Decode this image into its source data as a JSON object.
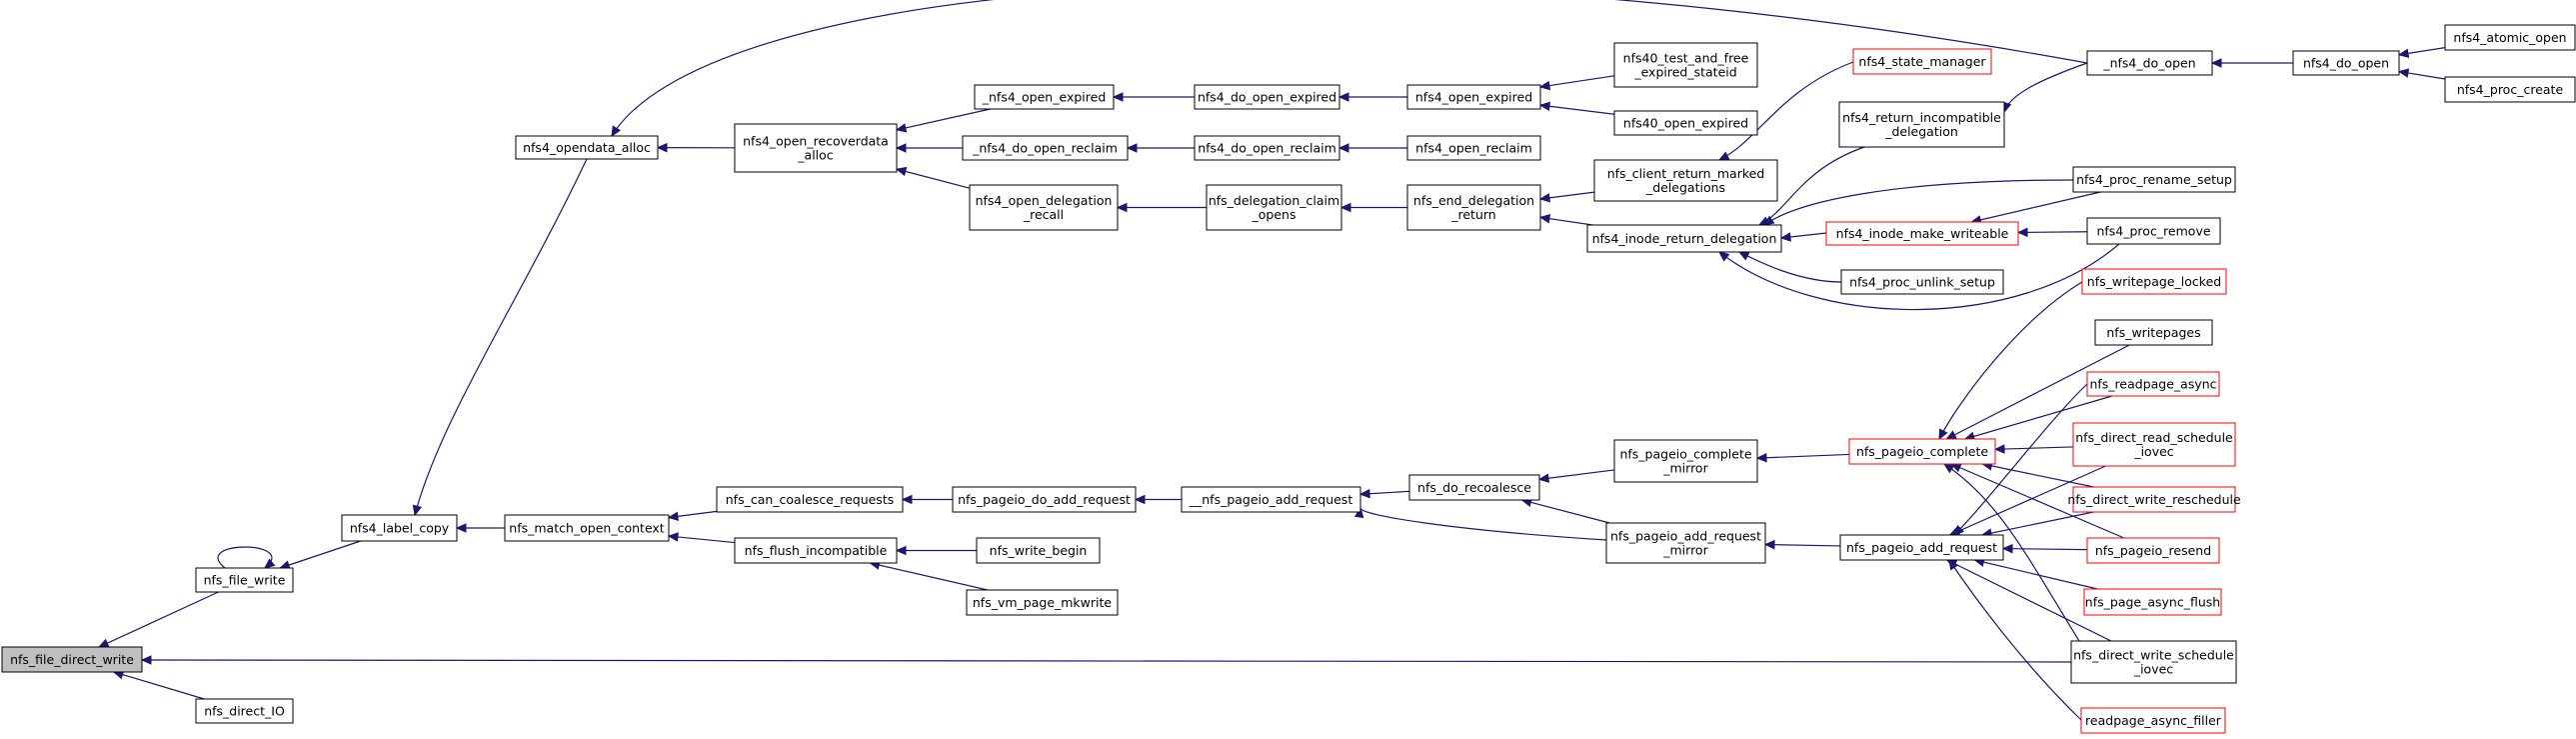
{
  "graph": {
    "colors": {
      "edge": "#191970",
      "border_normal": "#000000",
      "border_truncated": "#ff0000",
      "fill_normal": "#ffffff",
      "fill_selected": "#bfbfbf",
      "text": "#000000"
    },
    "nodes": [
      {
        "id": "nfs_file_direct_write",
        "lines": [
          "nfs_file_direct_write"
        ],
        "style": "selected"
      },
      {
        "id": "nfs_file_write",
        "lines": [
          "nfs_file_write"
        ],
        "style": "normal"
      },
      {
        "id": "nfs_direct_IO",
        "lines": [
          "nfs_direct_IO"
        ],
        "style": "normal"
      },
      {
        "id": "nfs4_label_copy",
        "lines": [
          "nfs4_label_copy"
        ],
        "style": "normal"
      },
      {
        "id": "nfs4_opendata_alloc",
        "lines": [
          "nfs4_opendata_alloc"
        ],
        "style": "normal"
      },
      {
        "id": "nfs_match_open_context",
        "lines": [
          "nfs_match_open_context"
        ],
        "style": "normal"
      },
      {
        "id": "nfs4_open_recoverdata_alloc",
        "lines": [
          "nfs4_open_recoverdata",
          "_alloc"
        ],
        "style": "normal"
      },
      {
        "id": "nfs_can_coalesce_requests",
        "lines": [
          "nfs_can_coalesce_requests"
        ],
        "style": "normal"
      },
      {
        "id": "nfs_flush_incompatible",
        "lines": [
          "nfs_flush_incompatible"
        ],
        "style": "normal"
      },
      {
        "id": "_nfs4_open_expired",
        "lines": [
          "_nfs4_open_expired"
        ],
        "style": "normal"
      },
      {
        "id": "_nfs4_do_open_reclaim",
        "lines": [
          "_nfs4_do_open_reclaim"
        ],
        "style": "normal"
      },
      {
        "id": "nfs4_open_delegation_recall",
        "lines": [
          "nfs4_open_delegation",
          "_recall"
        ],
        "style": "normal"
      },
      {
        "id": "nfs_pageio_do_add_request",
        "lines": [
          "nfs_pageio_do_add_request"
        ],
        "style": "normal"
      },
      {
        "id": "nfs_write_begin",
        "lines": [
          "nfs_write_begin"
        ],
        "style": "normal"
      },
      {
        "id": "nfs_vm_page_mkwrite",
        "lines": [
          "nfs_vm_page_mkwrite"
        ],
        "style": "normal"
      },
      {
        "id": "nfs4_do_open_expired",
        "lines": [
          "nfs4_do_open_expired"
        ],
        "style": "normal"
      },
      {
        "id": "nfs4_do_open_reclaim",
        "lines": [
          "nfs4_do_open_reclaim"
        ],
        "style": "normal"
      },
      {
        "id": "nfs_delegation_claim_opens",
        "lines": [
          "nfs_delegation_claim",
          "_opens"
        ],
        "style": "normal"
      },
      {
        "id": "__nfs_pageio_add_request",
        "lines": [
          "__nfs_pageio_add_request"
        ],
        "style": "normal"
      },
      {
        "id": "nfs4_open_expired",
        "lines": [
          "nfs4_open_expired"
        ],
        "style": "normal"
      },
      {
        "id": "nfs4_open_reclaim",
        "lines": [
          "nfs4_open_reclaim"
        ],
        "style": "normal"
      },
      {
        "id": "nfs_end_delegation_return",
        "lines": [
          "nfs_end_delegation",
          "_return"
        ],
        "style": "normal"
      },
      {
        "id": "nfs_do_recoalesce",
        "lines": [
          "nfs_do_recoalesce"
        ],
        "style": "normal"
      },
      {
        "id": "nfs40_test_and_free_expired_stateid",
        "lines": [
          "nfs40_test_and_free",
          "_expired_stateid"
        ],
        "style": "normal"
      },
      {
        "id": "nfs40_open_expired",
        "lines": [
          "nfs40_open_expired"
        ],
        "style": "normal"
      },
      {
        "id": "nfs_client_return_marked_delegations",
        "lines": [
          "nfs_client_return_marked",
          "_delegations"
        ],
        "style": "normal"
      },
      {
        "id": "nfs4_inode_return_delegation",
        "lines": [
          "nfs4_inode_return_delegation"
        ],
        "style": "normal"
      },
      {
        "id": "nfs_pageio_complete_mirror",
        "lines": [
          "nfs_pageio_complete",
          "_mirror"
        ],
        "style": "normal"
      },
      {
        "id": "nfs_pageio_add_request_mirror",
        "lines": [
          "nfs_pageio_add_request",
          "_mirror"
        ],
        "style": "normal"
      },
      {
        "id": "nfs4_state_manager",
        "lines": [
          "nfs4_state_manager"
        ],
        "style": "truncated"
      },
      {
        "id": "nfs4_return_incompatible_delegation",
        "lines": [
          "nfs4_return_incompatible",
          "_delegation"
        ],
        "style": "normal"
      },
      {
        "id": "nfs4_inode_make_writeable",
        "lines": [
          "nfs4_inode_make_writeable"
        ],
        "style": "truncated"
      },
      {
        "id": "nfs4_proc_unlink_setup",
        "lines": [
          "nfs4_proc_unlink_setup"
        ],
        "style": "normal"
      },
      {
        "id": "nfs_pageio_complete",
        "lines": [
          "nfs_pageio_complete"
        ],
        "style": "truncated"
      },
      {
        "id": "nfs_pageio_add_request",
        "lines": [
          "nfs_pageio_add_request"
        ],
        "style": "normal"
      },
      {
        "id": "_nfs4_do_open",
        "lines": [
          "_nfs4_do_open"
        ],
        "style": "normal"
      },
      {
        "id": "nfs4_proc_rename_setup",
        "lines": [
          "nfs4_proc_rename_setup"
        ],
        "style": "normal"
      },
      {
        "id": "nfs4_proc_remove",
        "lines": [
          "nfs4_proc_remove"
        ],
        "style": "normal"
      },
      {
        "id": "nfs_writepage_locked",
        "lines": [
          "nfs_writepage_locked"
        ],
        "style": "truncated"
      },
      {
        "id": "nfs_writepages",
        "lines": [
          "nfs_writepages"
        ],
        "style": "normal"
      },
      {
        "id": "nfs_readpage_async",
        "lines": [
          "nfs_readpage_async"
        ],
        "style": "truncated"
      },
      {
        "id": "nfs_direct_read_schedule_iovec",
        "lines": [
          "nfs_direct_read_schedule",
          "_iovec"
        ],
        "style": "truncated"
      },
      {
        "id": "nfs_direct_write_reschedule",
        "lines": [
          "nfs_direct_write_reschedule"
        ],
        "style": "truncated"
      },
      {
        "id": "nfs_pageio_resend",
        "lines": [
          "nfs_pageio_resend"
        ],
        "style": "truncated"
      },
      {
        "id": "nfs_page_async_flush",
        "lines": [
          "nfs_page_async_flush"
        ],
        "style": "truncated"
      },
      {
        "id": "nfs_direct_write_schedule_iovec",
        "lines": [
          "nfs_direct_write_schedule",
          "_iovec"
        ],
        "style": "normal"
      },
      {
        "id": "readpage_async_filler",
        "lines": [
          "readpage_async_filler"
        ],
        "style": "truncated"
      },
      {
        "id": "nfs4_do_open",
        "lines": [
          "nfs4_do_open"
        ],
        "style": "normal"
      },
      {
        "id": "nfs4_atomic_open",
        "lines": [
          "nfs4_atomic_open"
        ],
        "style": "normal"
      },
      {
        "id": "nfs4_proc_create",
        "lines": [
          "nfs4_proc_create"
        ],
        "style": "normal"
      }
    ],
    "edges": [
      {
        "from": "nfs_file_write",
        "to": "nfs_file_direct_write"
      },
      {
        "from": "nfs_direct_IO",
        "to": "nfs_file_direct_write"
      },
      {
        "from": "nfs_direct_write_schedule_iovec",
        "to": "nfs_file_direct_write"
      },
      {
        "from": "nfs_file_write",
        "to": "nfs_file_write"
      },
      {
        "from": "nfs4_label_copy",
        "to": "nfs_file_write"
      },
      {
        "from": "nfs4_opendata_alloc",
        "to": "nfs4_label_copy"
      },
      {
        "from": "nfs_match_open_context",
        "to": "nfs4_label_copy"
      },
      {
        "from": "_nfs4_do_open",
        "to": "nfs4_opendata_alloc"
      },
      {
        "from": "nfs4_open_recoverdata_alloc",
        "to": "nfs4_opendata_alloc"
      },
      {
        "from": "nfs_can_coalesce_requests",
        "to": "nfs_match_open_context"
      },
      {
        "from": "nfs_flush_incompatible",
        "to": "nfs_match_open_context"
      },
      {
        "from": "_nfs4_open_expired",
        "to": "nfs4_open_recoverdata_alloc"
      },
      {
        "from": "_nfs4_do_open_reclaim",
        "to": "nfs4_open_recoverdata_alloc"
      },
      {
        "from": "nfs4_open_delegation_recall",
        "to": "nfs4_open_recoverdata_alloc"
      },
      {
        "from": "nfs_pageio_do_add_request",
        "to": "nfs_can_coalesce_requests"
      },
      {
        "from": "nfs_write_begin",
        "to": "nfs_flush_incompatible"
      },
      {
        "from": "nfs_vm_page_mkwrite",
        "to": "nfs_flush_incompatible"
      },
      {
        "from": "nfs4_do_open_expired",
        "to": "_nfs4_open_expired"
      },
      {
        "from": "nfs4_do_open_reclaim",
        "to": "_nfs4_do_open_reclaim"
      },
      {
        "from": "nfs_delegation_claim_opens",
        "to": "nfs4_open_delegation_recall"
      },
      {
        "from": "__nfs_pageio_add_request",
        "to": "nfs_pageio_do_add_request"
      },
      {
        "from": "nfs4_open_expired",
        "to": "nfs4_do_open_expired"
      },
      {
        "from": "nfs4_open_reclaim",
        "to": "nfs4_do_open_reclaim"
      },
      {
        "from": "nfs_end_delegation_return",
        "to": "nfs_delegation_claim_opens"
      },
      {
        "from": "nfs_do_recoalesce",
        "to": "__nfs_pageio_add_request"
      },
      {
        "from": "nfs_pageio_add_request_mirror",
        "to": "__nfs_pageio_add_request"
      },
      {
        "from": "nfs40_test_and_free_expired_stateid",
        "to": "nfs4_open_expired"
      },
      {
        "from": "nfs40_open_expired",
        "to": "nfs4_open_expired"
      },
      {
        "from": "nfs_client_return_marked_delegations",
        "to": "nfs_end_delegation_return"
      },
      {
        "from": "nfs4_inode_return_delegation",
        "to": "nfs_end_delegation_return"
      },
      {
        "from": "nfs_pageio_complete_mirror",
        "to": "nfs_do_recoalesce"
      },
      {
        "from": "nfs_pageio_add_request_mirror",
        "to": "nfs_do_recoalesce"
      },
      {
        "from": "nfs4_state_manager",
        "to": "nfs_client_return_marked_delegations"
      },
      {
        "from": "nfs4_return_incompatible_delegation",
        "to": "nfs4_inode_return_delegation"
      },
      {
        "from": "nfs4_inode_make_writeable",
        "to": "nfs4_inode_return_delegation"
      },
      {
        "from": "nfs4_proc_unlink_setup",
        "to": "nfs4_inode_return_delegation"
      },
      {
        "from": "nfs4_proc_rename_setup",
        "to": "nfs4_inode_return_delegation"
      },
      {
        "from": "nfs4_proc_remove",
        "to": "nfs4_inode_return_delegation"
      },
      {
        "from": "nfs_pageio_complete",
        "to": "nfs_pageio_complete_mirror"
      },
      {
        "from": "nfs_pageio_add_request",
        "to": "nfs_pageio_add_request_mirror"
      },
      {
        "from": "_nfs4_do_open",
        "to": "nfs4_return_incompatible_delegation"
      },
      {
        "from": "nfs4_proc_rename_setup",
        "to": "nfs4_inode_make_writeable"
      },
      {
        "from": "nfs4_proc_remove",
        "to": "nfs4_inode_make_writeable"
      },
      {
        "from": "nfs_writepage_locked",
        "to": "nfs_pageio_complete"
      },
      {
        "from": "nfs_writepages",
        "to": "nfs_pageio_complete"
      },
      {
        "from": "nfs_readpage_async",
        "to": "nfs_pageio_complete"
      },
      {
        "from": "nfs_direct_read_schedule_iovec",
        "to": "nfs_pageio_complete"
      },
      {
        "from": "nfs_direct_write_reschedule",
        "to": "nfs_pageio_complete"
      },
      {
        "from": "nfs_pageio_resend",
        "to": "nfs_pageio_complete"
      },
      {
        "from": "nfs_direct_write_schedule_iovec",
        "to": "nfs_pageio_complete"
      },
      {
        "from": "nfs_readpage_async",
        "to": "nfs_pageio_add_request"
      },
      {
        "from": "nfs_direct_read_schedule_iovec",
        "to": "nfs_pageio_add_request"
      },
      {
        "from": "nfs_direct_write_reschedule",
        "to": "nfs_pageio_add_request"
      },
      {
        "from": "nfs_pageio_resend",
        "to": "nfs_pageio_add_request"
      },
      {
        "from": "nfs_page_async_flush",
        "to": "nfs_pageio_add_request"
      },
      {
        "from": "nfs_direct_write_schedule_iovec",
        "to": "nfs_pageio_add_request"
      },
      {
        "from": "readpage_async_filler",
        "to": "nfs_pageio_add_request"
      },
      {
        "from": "nfs4_do_open",
        "to": "_nfs4_do_open"
      },
      {
        "from": "nfs4_atomic_open",
        "to": "nfs4_do_open"
      },
      {
        "from": "nfs4_proc_create",
        "to": "nfs4_do_open"
      }
    ]
  }
}
